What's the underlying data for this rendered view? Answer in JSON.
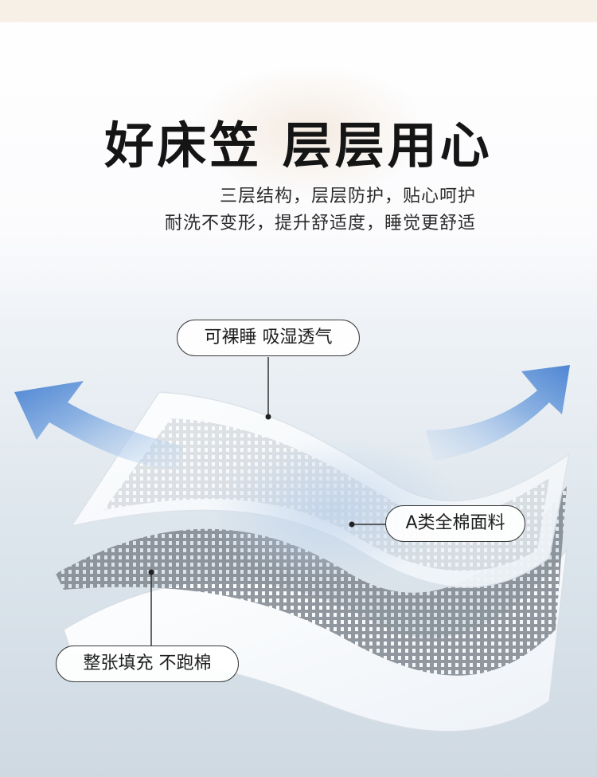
{
  "headline": "好床笠 层层用心",
  "subtitle": {
    "line1": "三层结构，层层防护，贴心呵护",
    "line2": "耐洗不变形，提升舒适度，睡觉更舒适"
  },
  "labels": {
    "top": "可裸睡 吸湿透气",
    "middle": "A类全棉面料",
    "bottom": "整张填充 不跑棉"
  },
  "colors": {
    "arrow": "#5b8fd6",
    "mesh": "#8a8f96",
    "sheet": "#ffffff",
    "text": "#151515"
  }
}
